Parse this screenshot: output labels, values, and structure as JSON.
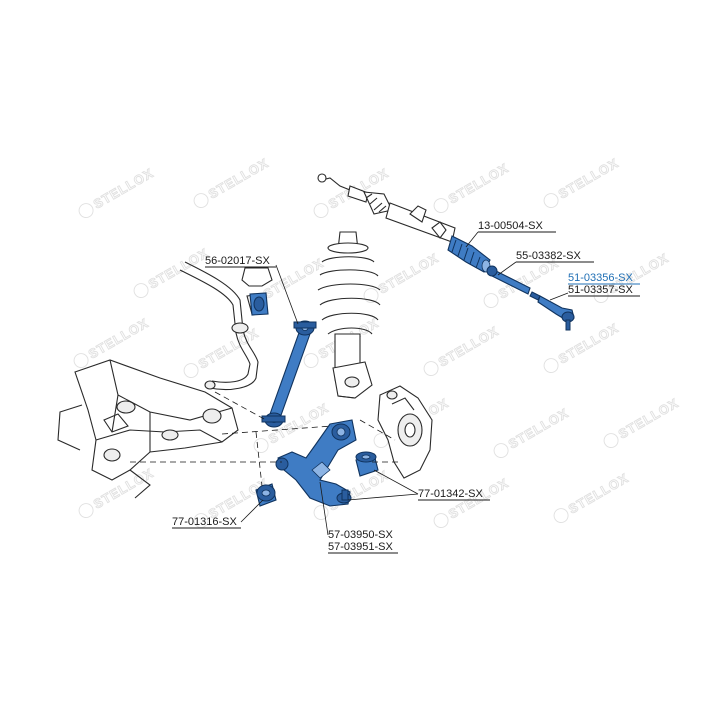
{
  "watermark": {
    "text": "STELLOX",
    "logo": "stellox-logo"
  },
  "labels": {
    "steering_rack": "13-00504-SX",
    "tie_rod": "55-03382-SX",
    "tie_rod_end_left": "51-03356-SX",
    "tie_rod_end_right": "51-03357-SX",
    "stabilizer_link": "56-02017-SX",
    "bushing_rear": "77-01342-SX",
    "bushing_front": "77-01316-SX",
    "control_arm_left": "57-03950-SX",
    "control_arm_right": "57-03951-SX"
  },
  "colors": {
    "highlight_part": "#3f7cc4",
    "highlight_label": "#1f6fb5",
    "outline": "#2a2a2a",
    "watermark": "#e0e0e0",
    "background": "#ffffff"
  }
}
